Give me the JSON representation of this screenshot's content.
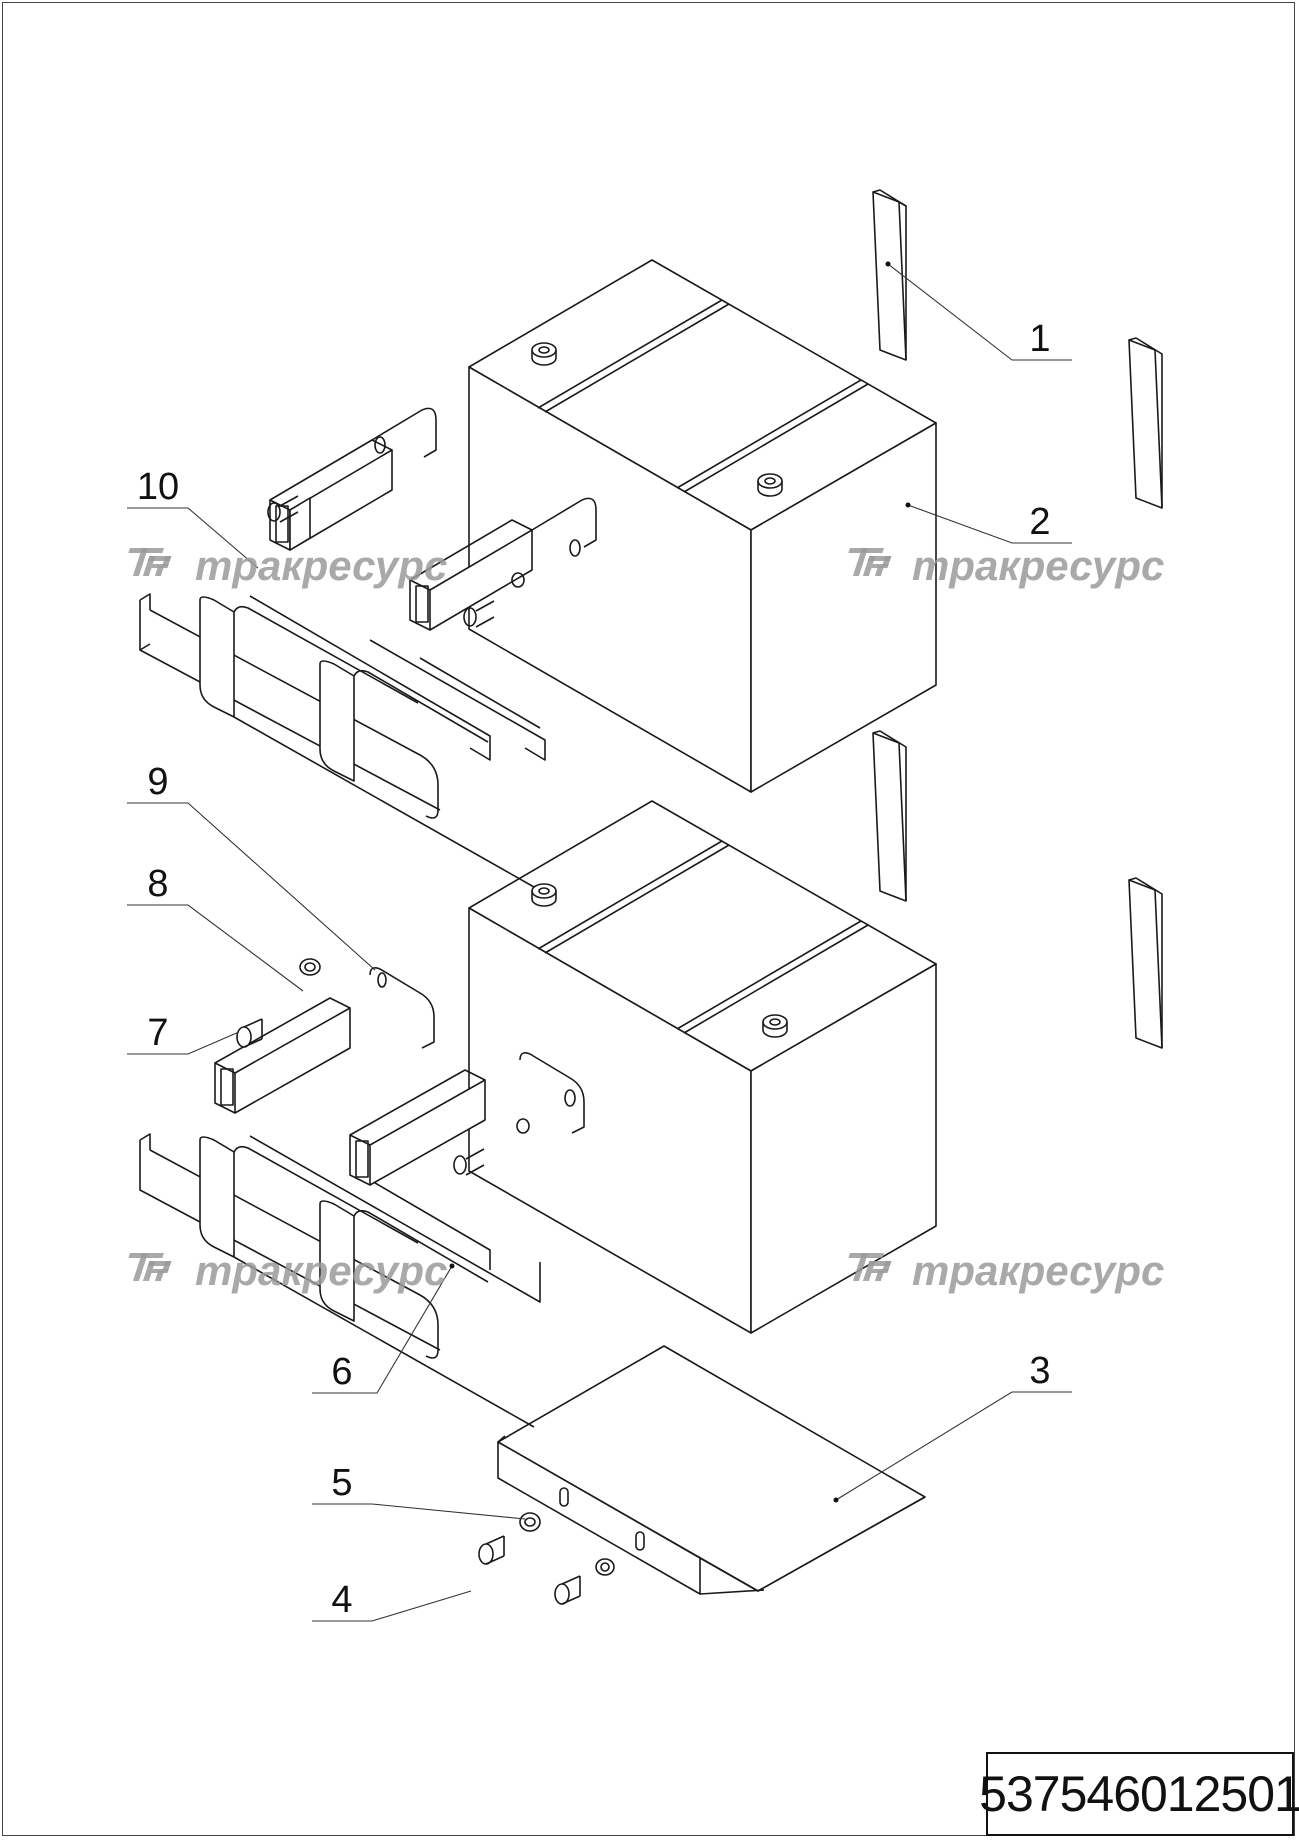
{
  "drawing": {
    "doc_number": "537546012501",
    "watermark": "тракресурс",
    "callouts": [
      {
        "id": "1",
        "label": "1"
      },
      {
        "id": "2",
        "label": "2"
      },
      {
        "id": "3",
        "label": "3"
      },
      {
        "id": "4",
        "label": "4"
      },
      {
        "id": "5",
        "label": "5"
      },
      {
        "id": "6",
        "label": "6"
      },
      {
        "id": "7",
        "label": "7"
      },
      {
        "id": "8",
        "label": "8"
      },
      {
        "id": "9",
        "label": "9"
      },
      {
        "id": "10",
        "label": "10"
      }
    ]
  },
  "colors": {
    "line": "#1a1a1a",
    "watermark": "#9a9a9a",
    "background": "#ffffff"
  }
}
